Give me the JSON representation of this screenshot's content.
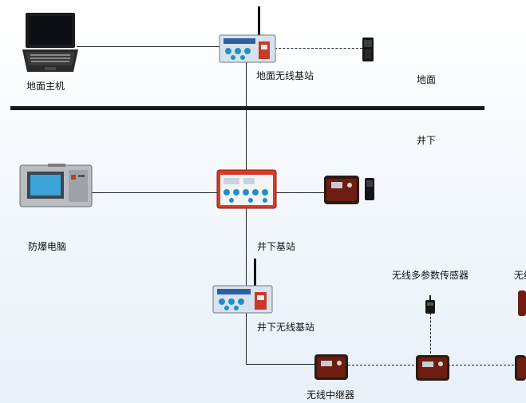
{
  "zones": {
    "surface": "地面",
    "underground": "井下"
  },
  "nodes": {
    "surface_host": "地面主机",
    "surface_wireless_station": "地面无线基站",
    "explosion_proof_pc": "防爆电脑",
    "underground_station": "井下基站",
    "underground_wireless_station": "井下无线基站",
    "multi_param_sensor": "无线多参数传感器",
    "wireless_repeater": "无线中继器",
    "cut_off_label": "无线"
  },
  "colors": {
    "station_blue": "#d8e2ec",
    "station_red": "#d83a2a",
    "repeater": "#6e1d12"
  }
}
